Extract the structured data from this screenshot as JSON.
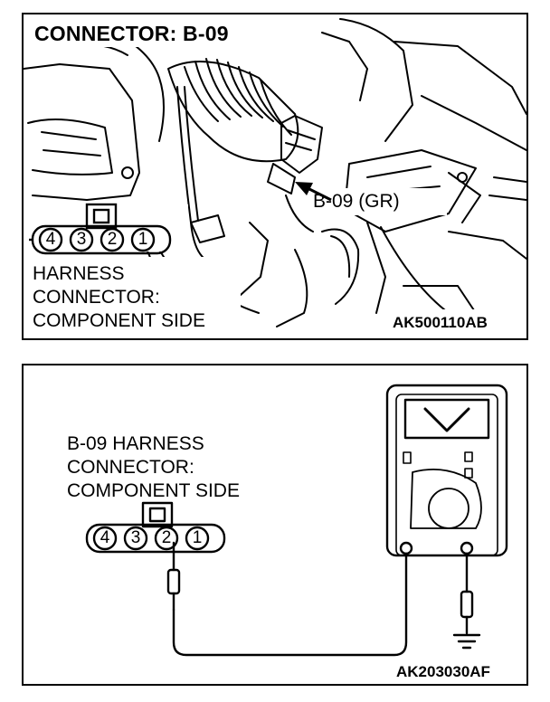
{
  "top_panel": {
    "title": "CONNECTOR: B-09",
    "callout": "B-09 (GR)",
    "harness_label": [
      "HARNESS",
      "CONNECTOR:",
      "COMPONENT SIDE"
    ],
    "pins": [
      "4",
      "3",
      "2",
      "1"
    ],
    "code": "AK500110AB"
  },
  "bottom_panel": {
    "connector_label": [
      "B-09 HARNESS",
      "CONNECTOR:",
      "COMPONENT SIDE"
    ],
    "pins": [
      "4",
      "3",
      "2",
      "1"
    ],
    "code": "AK203030AF"
  },
  "icons": [
    "connector-icon",
    "voltmeter-icon",
    "ground-icon",
    "probe-icon",
    "arrow-icon"
  ]
}
